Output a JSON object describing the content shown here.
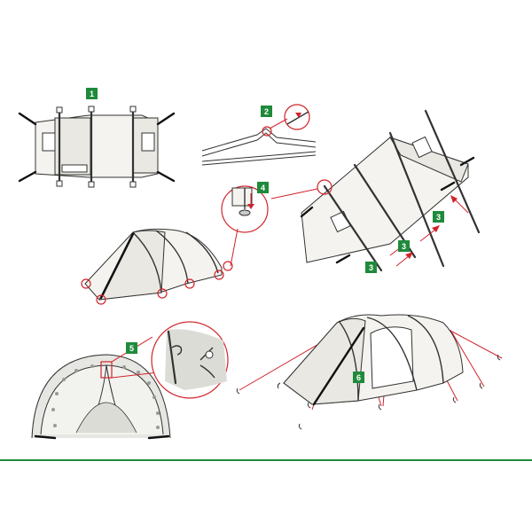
{
  "steps": {
    "s1": "1",
    "s2": "2",
    "s3a": "3",
    "s3b": "3",
    "s3c": "3",
    "s4": "4",
    "s5": "5",
    "s6": "6"
  },
  "colors": {
    "badge": "#1f8a3c",
    "guy_lines": "#d2232a",
    "divider": "#1f8a3c"
  }
}
